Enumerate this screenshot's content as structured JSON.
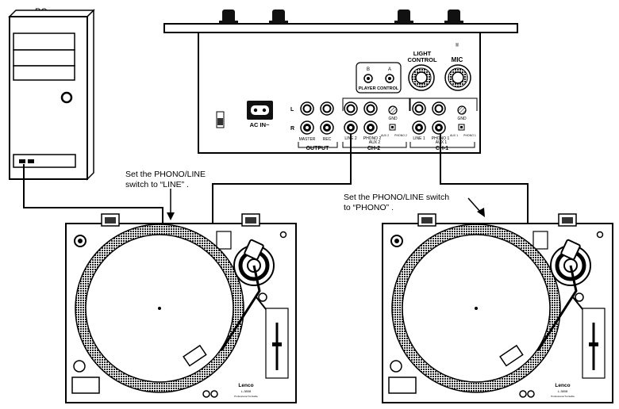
{
  "pc": {
    "label": "PC"
  },
  "mixer": {
    "player_control": {
      "title": "PLAYER CONTROL",
      "b": "B",
      "a": "A"
    },
    "light_control": [
      "LIGHT",
      "CONTROL"
    ],
    "mic": "MIC",
    "ac_in": "AC IN~",
    "output": {
      "l": "L",
      "r": "R",
      "master": "MASTER",
      "rec": "REC",
      "title": "OUTPUT"
    },
    "ch2": {
      "line": "LINE 2",
      "phono_1": "PHONO 2",
      "phono_2": "AUX 2",
      "gnd": "GND",
      "sw_aux": "AUX 2",
      "sw_phono": "PHONO 2",
      "title": "CH-2"
    },
    "ch1": {
      "line": "LINE 1",
      "phono_1": "PHONO 1",
      "phono_2": "AUX 1",
      "gnd": "GND",
      "sw_aux": "AUX 1",
      "sw_phono": "PHONO 1",
      "title": "CH-1"
    }
  },
  "annotations": {
    "left": [
      "Set the PHONO/LINE",
      "switch to “LINE” ."
    ],
    "right": [
      "Set the PHONO/LINE switch",
      "to “PHONO” ."
    ]
  },
  "turntable": {
    "brand": "Lenco",
    "model": "L-3808",
    "subtitle": "Professional Turntable"
  }
}
